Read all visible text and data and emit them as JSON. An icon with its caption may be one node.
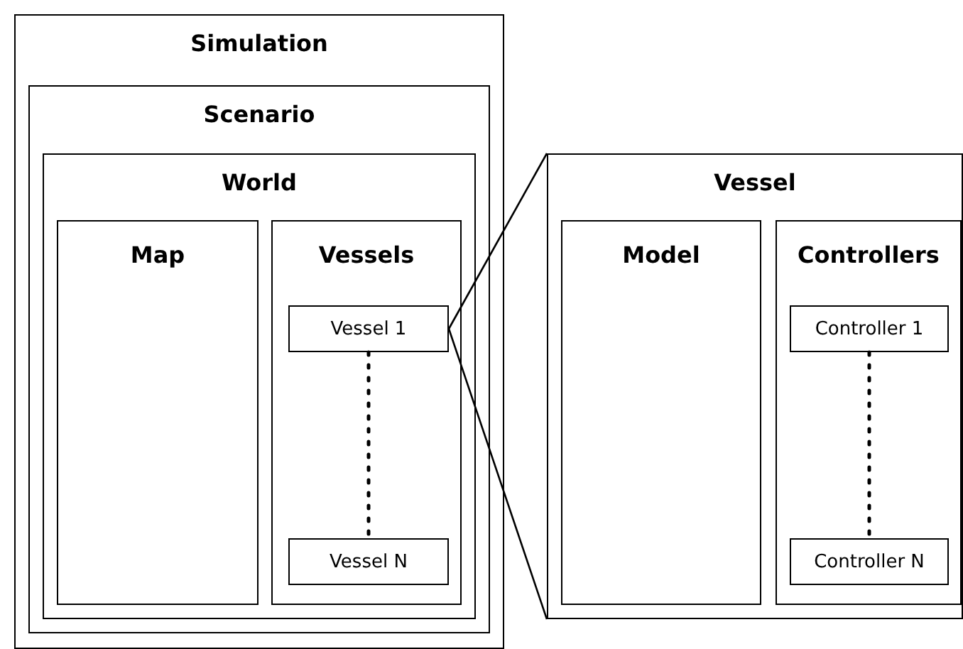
{
  "diagram": {
    "nodes": [
      {
        "text": [
          "Simulation"
        ]
      },
      {
        "text": [
          "Scenario"
        ],
        "in": 0
      },
      {
        "text": [
          "World"
        ],
        "in": 1
      },
      {
        "text": [
          "Map"
        ],
        "in": 2
      },
      {
        "text": [
          "Vessels"
        ],
        "in": 2
      },
      {
        "text": [
          "Vessel 1"
        ],
        "in": 4
      },
      {
        "text": [
          "Vessel N"
        ],
        "in": 4
      },
      {
        "text": [
          "Vessel"
        ]
      },
      {
        "text": [
          "Model"
        ],
        "in": 7
      },
      {
        "text": [
          "Controllers"
        ],
        "in": 7
      },
      {
        "text": [
          "Controller 1"
        ],
        "in": 9
      },
      {
        "text": [
          "Controller N"
        ],
        "in": 9
      }
    ],
    "edges": [
      {
        "from": 5,
        "to": 6,
        "arrow": "none",
        "style": "dashed"
      },
      {
        "from": 5,
        "to": 7,
        "arrow": "none"
      },
      {
        "from": 5,
        "to": 7,
        "arrow": "none"
      },
      {
        "from": 10,
        "to": 11,
        "arrow": "none",
        "style": "dashed"
      }
    ]
  }
}
